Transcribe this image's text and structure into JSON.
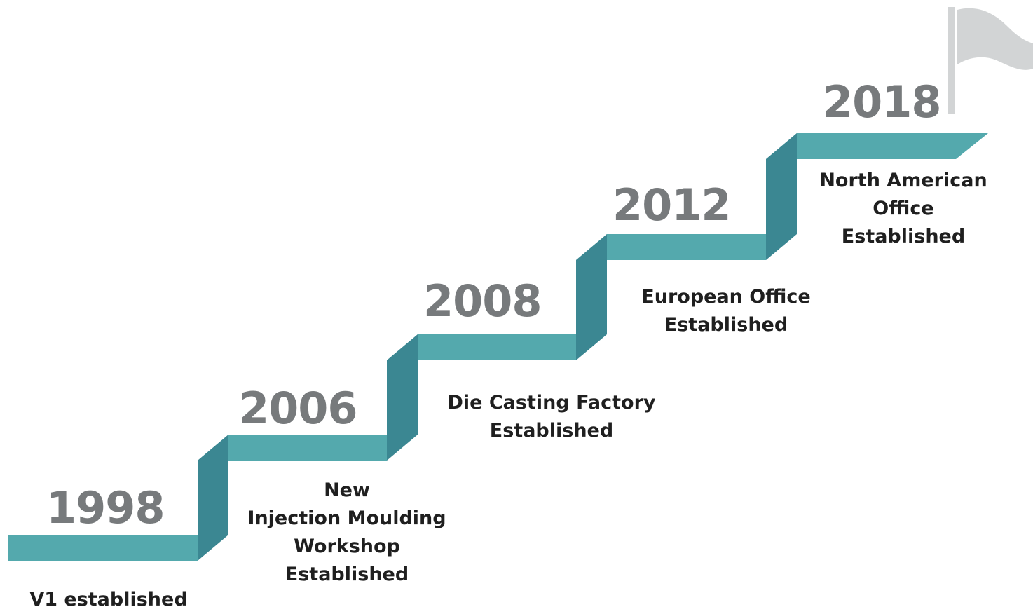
{
  "milestones": [
    {
      "year": "1998",
      "caption_lines": [
        "V1 established"
      ]
    },
    {
      "year": "2006",
      "caption_lines": [
        "New",
        "Injection Moulding",
        "Workshop",
        "Established"
      ]
    },
    {
      "year": "2008",
      "caption_lines": [
        "Die Casting Factory",
        "Established"
      ]
    },
    {
      "year": "2012",
      "caption_lines": [
        "European Office",
        "Established"
      ]
    },
    {
      "year": "2018",
      "caption_lines": [
        "North American",
        "Office",
        "Established"
      ]
    }
  ],
  "colors": {
    "tread": "#54a9ad",
    "riser": "#3b8792",
    "year_text": "#777a7c",
    "caption_text": "#1f1f1f",
    "flag": "#d2d4d5"
  },
  "icons": {
    "goal": "flag-icon"
  }
}
